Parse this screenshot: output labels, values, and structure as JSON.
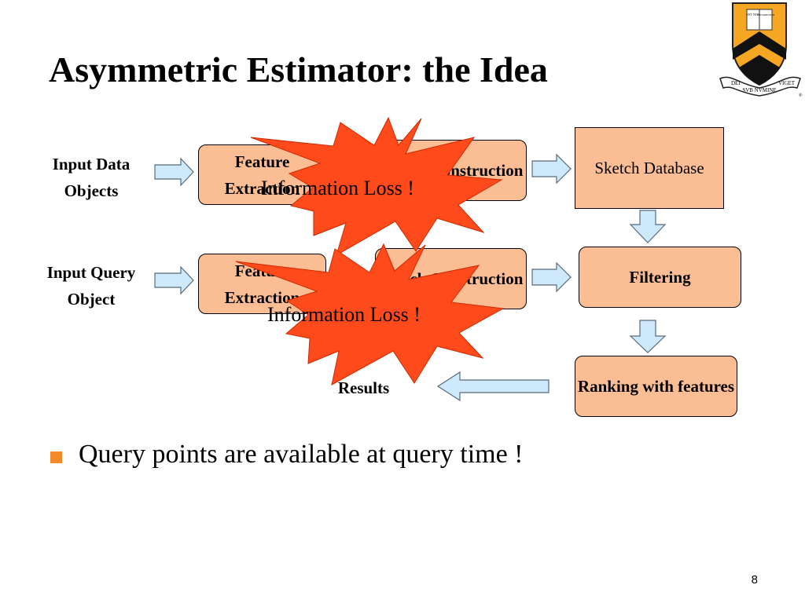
{
  "slide": {
    "title": "Asymmetric Estimator: the Idea",
    "page_number": "8"
  },
  "diagram": {
    "input_data": "Input Data Objects",
    "input_query": "Input Query Object",
    "feature_extraction_top": "Feature Extraction",
    "sketch_construction_top": "Sketch Construction",
    "sketch_database": "Sketch Database",
    "feature_extraction_bottom": "Feature Extraction",
    "sketch_construction_bottom": "Sketch Construction",
    "filtering": "Filtering",
    "ranking": "Ranking with features",
    "results": "Results",
    "loss_top": "Information Loss !",
    "loss_bottom": "Information Loss !"
  },
  "bullets": [
    "Query points are available at query time !"
  ],
  "logo": {
    "motto_left": "DEI",
    "motto_center": "SVB NVMINE",
    "motto_right": "VIGET",
    "book_left": "VET NOV",
    "book_right": "TESTAMENTUM",
    "registered": "®"
  },
  "colors": {
    "box_fill": "#fbbd94",
    "arrow_fill": "#cde9fb",
    "star_fill": "#ff4a1c",
    "bullet": "#f48a2a",
    "shield_orange": "#f5a623"
  }
}
